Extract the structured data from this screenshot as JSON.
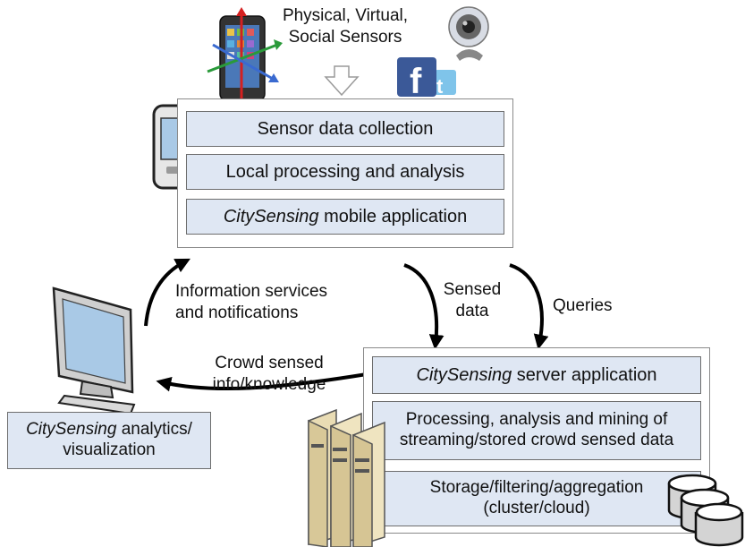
{
  "sensors": {
    "label_line1": "Physical, Virtual,",
    "label_line2": "Social Sensors"
  },
  "mobile": {
    "layers": [
      {
        "text": "Sensor data collection"
      },
      {
        "text": "Local processing and analysis"
      },
      {
        "italic": "CitySensing",
        "text": " mobile application"
      }
    ]
  },
  "server": {
    "layers": [
      {
        "italic": "CitySensing",
        "text": " server application"
      },
      {
        "line1": "Processing, analysis and mining of",
        "line2": "streaming/stored crowd sensed data"
      },
      {
        "line1": "Storage/filtering/aggregation",
        "line2": "(cluster/cloud)"
      }
    ]
  },
  "analytics": {
    "italic": "CitySensing",
    "line1_rest": " analytics/",
    "line2": "visualization"
  },
  "flows": {
    "info_line1": "Information services",
    "info_line2": "and notifications",
    "sensed_line1": "Sensed",
    "sensed_line2": "data",
    "queries": "Queries",
    "crowd_line1": "Crowd sensed",
    "crowd_line2": "info/knowledge"
  },
  "icons": {
    "smartphone": "smartphone-sensors-icon",
    "webcam": "webcam-icon",
    "social": "facebook-twitter-icon",
    "pda": "pda-device-icon",
    "monitor": "monitor-icon",
    "servers": "server-tower-icon",
    "storage": "database-disks-icon"
  }
}
